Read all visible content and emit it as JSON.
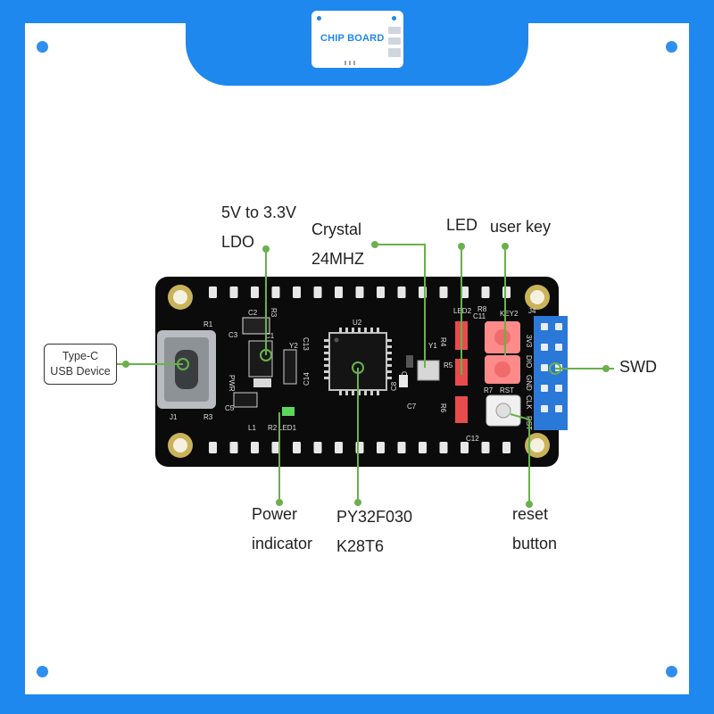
{
  "header": {
    "logo_text": "CHIP BOARD"
  },
  "labels": {
    "ldo_line1": "5V to 3.3V",
    "ldo_line2": "LDO",
    "crystal_line1": "Crystal",
    "crystal_line2": "24MHZ",
    "led": "LED",
    "user_key": "user key",
    "typec_line1": "Type-C",
    "typec_line2": "USB Device",
    "swd": "SWD",
    "power_line1": "Power",
    "power_line2": "indicator",
    "mcu_line1": "PY32F030",
    "mcu_line2": "K28T6",
    "reset_line1": "reset",
    "reset_line2": "button"
  },
  "board": {
    "silkscreen": {
      "r1": "R1",
      "c2": "C2",
      "r3": "R3",
      "c3": "C3",
      "c1": "C1",
      "pwr": "PWR",
      "y2": "Y2",
      "c13": "C13",
      "u2": "U2",
      "c6": "C6",
      "y1": "Y1",
      "c8": "C8",
      "c7": "C7",
      "c14": "C14",
      "c5": "C5",
      "j1": "J1",
      "r3b": "R3",
      "l1": "L1",
      "r2": "R2",
      "led1": "LED1",
      "led2": "LED2",
      "c11": "C11",
      "r8": "R8",
      "r4": "R4",
      "r5": "R5",
      "r6": "R6",
      "key2": "KEY2",
      "r7": "R7",
      "rst": "RST",
      "c12": "C12",
      "j4": "J4",
      "pin_v33": "3V3",
      "pin_dio": "DIO",
      "pin_gnd": "GND",
      "pin_clk": "CLK",
      "pin_rst": "RST"
    }
  },
  "colors": {
    "background": "#1e88ef",
    "pcb": "#0b0b0b",
    "leader": "#6ab04c",
    "header_pins": "#2a78d8",
    "button_red": "#e74c4c"
  }
}
